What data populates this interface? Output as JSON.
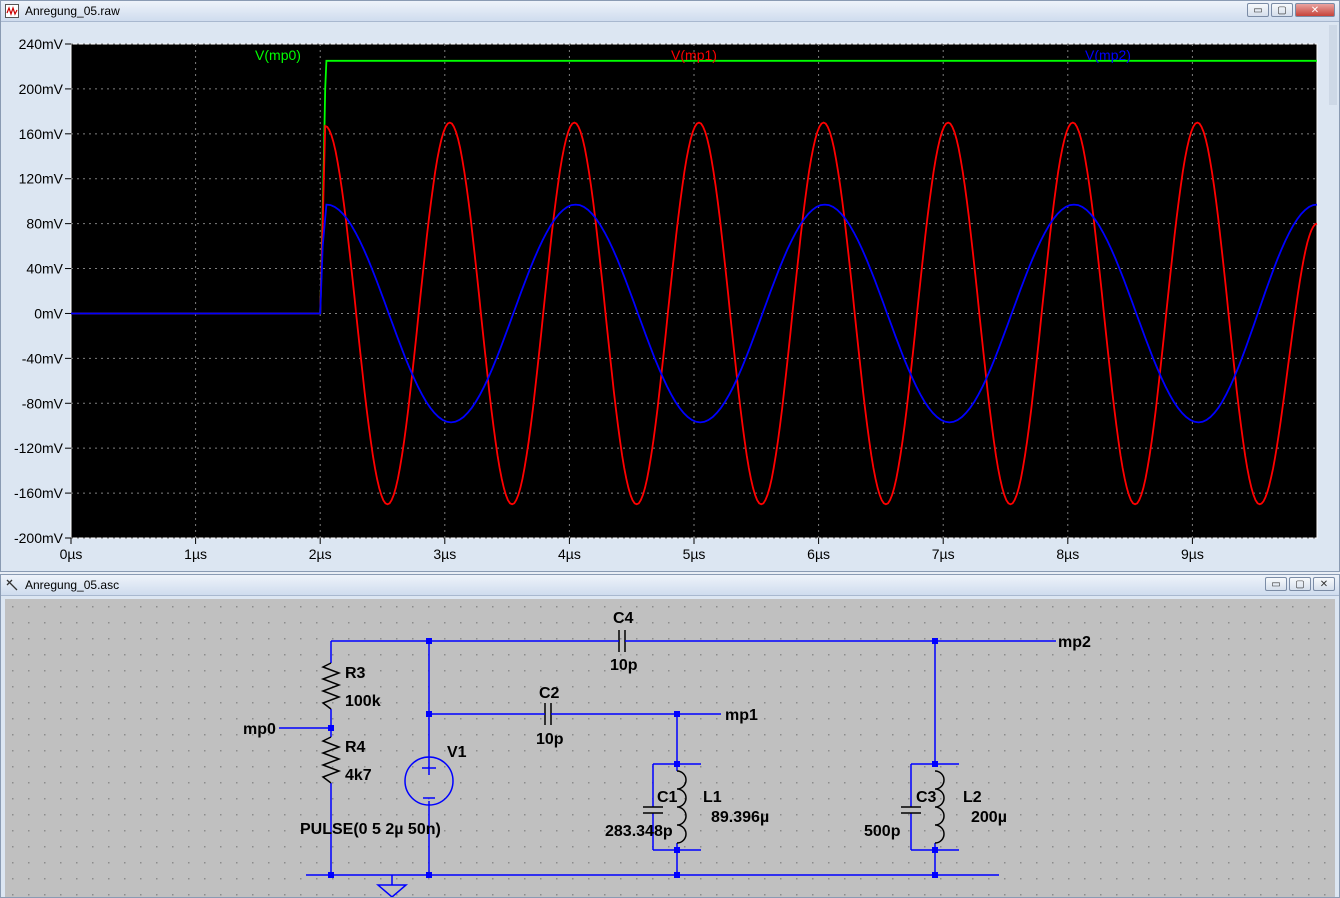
{
  "plot_window": {
    "title": "Anregung_05.raw",
    "buttons": {
      "minimize": "▭",
      "restore": "▢",
      "close": "✕"
    }
  },
  "schematic_window": {
    "title": "Anregung_05.asc",
    "buttons": {
      "minimize": "▭",
      "restore": "▢",
      "close": "✕"
    }
  },
  "colors": {
    "plot_bg": "#000000",
    "grid": "#7f7f7f",
    "mp0": "#00ff00",
    "mp1": "#ff0000",
    "mp2": "#0000ff",
    "wire": "#0000ff",
    "schem_bg": "#c0c0c0",
    "schem_dot": "#8c8c8c"
  },
  "chart_data": {
    "type": "line",
    "xlim": [
      0,
      10
    ],
    "ylim": [
      -200,
      240
    ],
    "xticks": [
      "0µs",
      "1µs",
      "2µs",
      "3µs",
      "4µs",
      "5µs",
      "6µs",
      "7µs",
      "8µs",
      "9µs"
    ],
    "yticks": [
      "240mV",
      "200mV",
      "160mV",
      "120mV",
      "80mV",
      "40mV",
      "0mV",
      "-40mV",
      "-80mV",
      "-120mV",
      "-160mV",
      "-200mV"
    ],
    "grid": true,
    "legend": "top",
    "series": [
      {
        "name": "V(mp0)",
        "color": "#00ff00",
        "x": [
          0,
          2.0,
          2.01,
          2.03,
          2.04,
          2.05,
          10
        ],
        "y": [
          0,
          0,
          40,
          140,
          200,
          225,
          225
        ]
      },
      {
        "name": "V(mp1)",
        "color": "#ff0000",
        "x": [
          0,
          2.0,
          2.02,
          2.04,
          2.54,
          3.04,
          3.54,
          4.04,
          4.54,
          5.04,
          5.54,
          6.04,
          6.54,
          7.04,
          7.54,
          8.04,
          8.54,
          9.04,
          9.54,
          10
        ],
        "y": [
          0,
          0,
          80,
          167,
          -170,
          170,
          -170,
          170,
          -170,
          170,
          -170,
          170,
          -170,
          170,
          -170,
          170,
          -170,
          170,
          -170,
          80
        ]
      },
      {
        "name": "V(mp2)",
        "color": "#0000ff",
        "x": [
          0,
          2.0,
          2.02,
          2.05,
          3.05,
          4.05,
          5.05,
          6.05,
          7.05,
          8.05,
          9.05,
          10
        ],
        "y": [
          0,
          0,
          60,
          97,
          -97,
          97,
          -97,
          97,
          -97,
          97,
          -97,
          97
        ]
      }
    ]
  },
  "schematic": {
    "net_labels": {
      "mp0": "mp0",
      "mp1": "mp1",
      "mp2": "mp2"
    },
    "components": {
      "R3": {
        "name": "R3",
        "value": "100k"
      },
      "R4": {
        "name": "R4",
        "value": "4k7"
      },
      "V1": {
        "name": "V1",
        "value": "PULSE(0 5 2µ 50n)"
      },
      "C4": {
        "name": "C4",
        "value": "10p"
      },
      "C2": {
        "name": "C2",
        "value": "10p"
      },
      "C1": {
        "name": "C1",
        "value": "283.348p"
      },
      "L1": {
        "name": "L1",
        "value": "89.396µ"
      },
      "C3": {
        "name": "C3",
        "value": "500p"
      },
      "L2": {
        "name": "L2",
        "value": "200µ"
      }
    }
  }
}
